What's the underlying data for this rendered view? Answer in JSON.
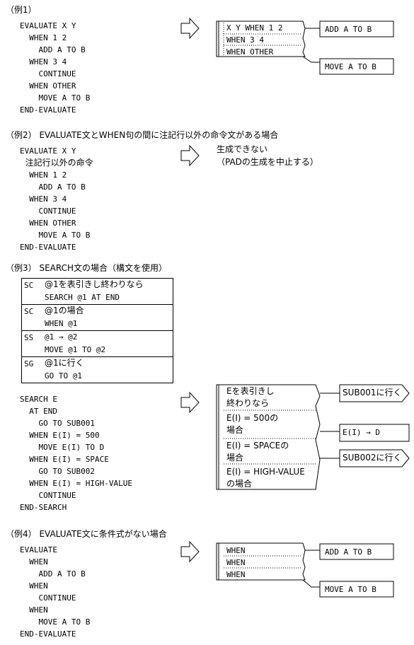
{
  "ex1": {
    "title": "（例1）",
    "code": [
      "EVALUATE X Y",
      "  WHEN 1 2",
      "    ADD A TO B",
      "  WHEN 3 4",
      "    CONTINUE",
      "  WHEN OTHER",
      "    MOVE A TO B",
      "END-EVALUATE"
    ],
    "pad_conditions": [
      "X Y WHEN 1 2",
      "WHEN 3 4",
      "WHEN OTHER"
    ],
    "pad_actions": [
      "ADD A TO B",
      "MOVE A TO B"
    ]
  },
  "ex2": {
    "title": "（例2） EVALUATE文とWHEN句の間に注記行以外の命令文がある場合",
    "code": [
      "EVALUATE X Y",
      "  注記行以外の命令",
      "  WHEN 1 2",
      "    ADD A TO B",
      "  WHEN 3 4",
      "    CONTINUE",
      "  WHEN OTHER",
      "    MOVE A TO B",
      "END-EVALUATE"
    ],
    "result_line1": "生成できない",
    "result_line2": "（PADの生成を中止する）"
  },
  "ex3": {
    "title": "（例3） SEARCH文の場合（構文を使用）",
    "syntax_rows": [
      {
        "tag": "SC",
        "line1": "@1を表引きし終わりなら",
        "line2": "SEARCH @1 AT END"
      },
      {
        "tag": "SC",
        "line1": "@1の場合",
        "line2": "WHEN @1"
      },
      {
        "tag": "SS",
        "line1": "@1 → @2",
        "line2": "MOVE @1 TO @2"
      },
      {
        "tag": "SG",
        "line1": "@1に行く",
        "line2": "GO TO @1"
      }
    ],
    "code": [
      "SEARCH E",
      "  AT END",
      "    GO TO SUB001",
      "  WHEN E(I) = 500",
      "    MOVE E(I) TO D",
      "  WHEN E(I) = SPACE",
      "    GO TO SUB002",
      "  WHEN E(I) = HIGH-VALUE",
      "    CONTINUE",
      "END-SEARCH"
    ],
    "pad_conditions": [
      {
        "l1": "Eを表引きし",
        "l2": "終わりなら"
      },
      {
        "l1": "E(I) = 500の",
        "l2": "場合"
      },
      {
        "l1": "E(I) = SPACEの",
        "l2": "場合"
      },
      {
        "l1": "E(I) = HIGH-VALUE",
        "l2": "の場合"
      }
    ],
    "pad_actions": [
      "SUB001に行く",
      "E(I) → D",
      "SUB002に行く"
    ]
  },
  "ex4": {
    "title": "（例4） EVALUATE文に条件式がない場合",
    "code": [
      "EVALUATE",
      "  WHEN",
      "    ADD A TO B",
      "  WHEN",
      "    CONTINUE",
      "  WHEN",
      "    MOVE A TO B",
      "END-EVALUATE"
    ],
    "pad_conditions": [
      "WHEN",
      "WHEN",
      "WHEN"
    ],
    "pad_actions": [
      "ADD A TO B",
      "MOVE A TO B"
    ]
  }
}
